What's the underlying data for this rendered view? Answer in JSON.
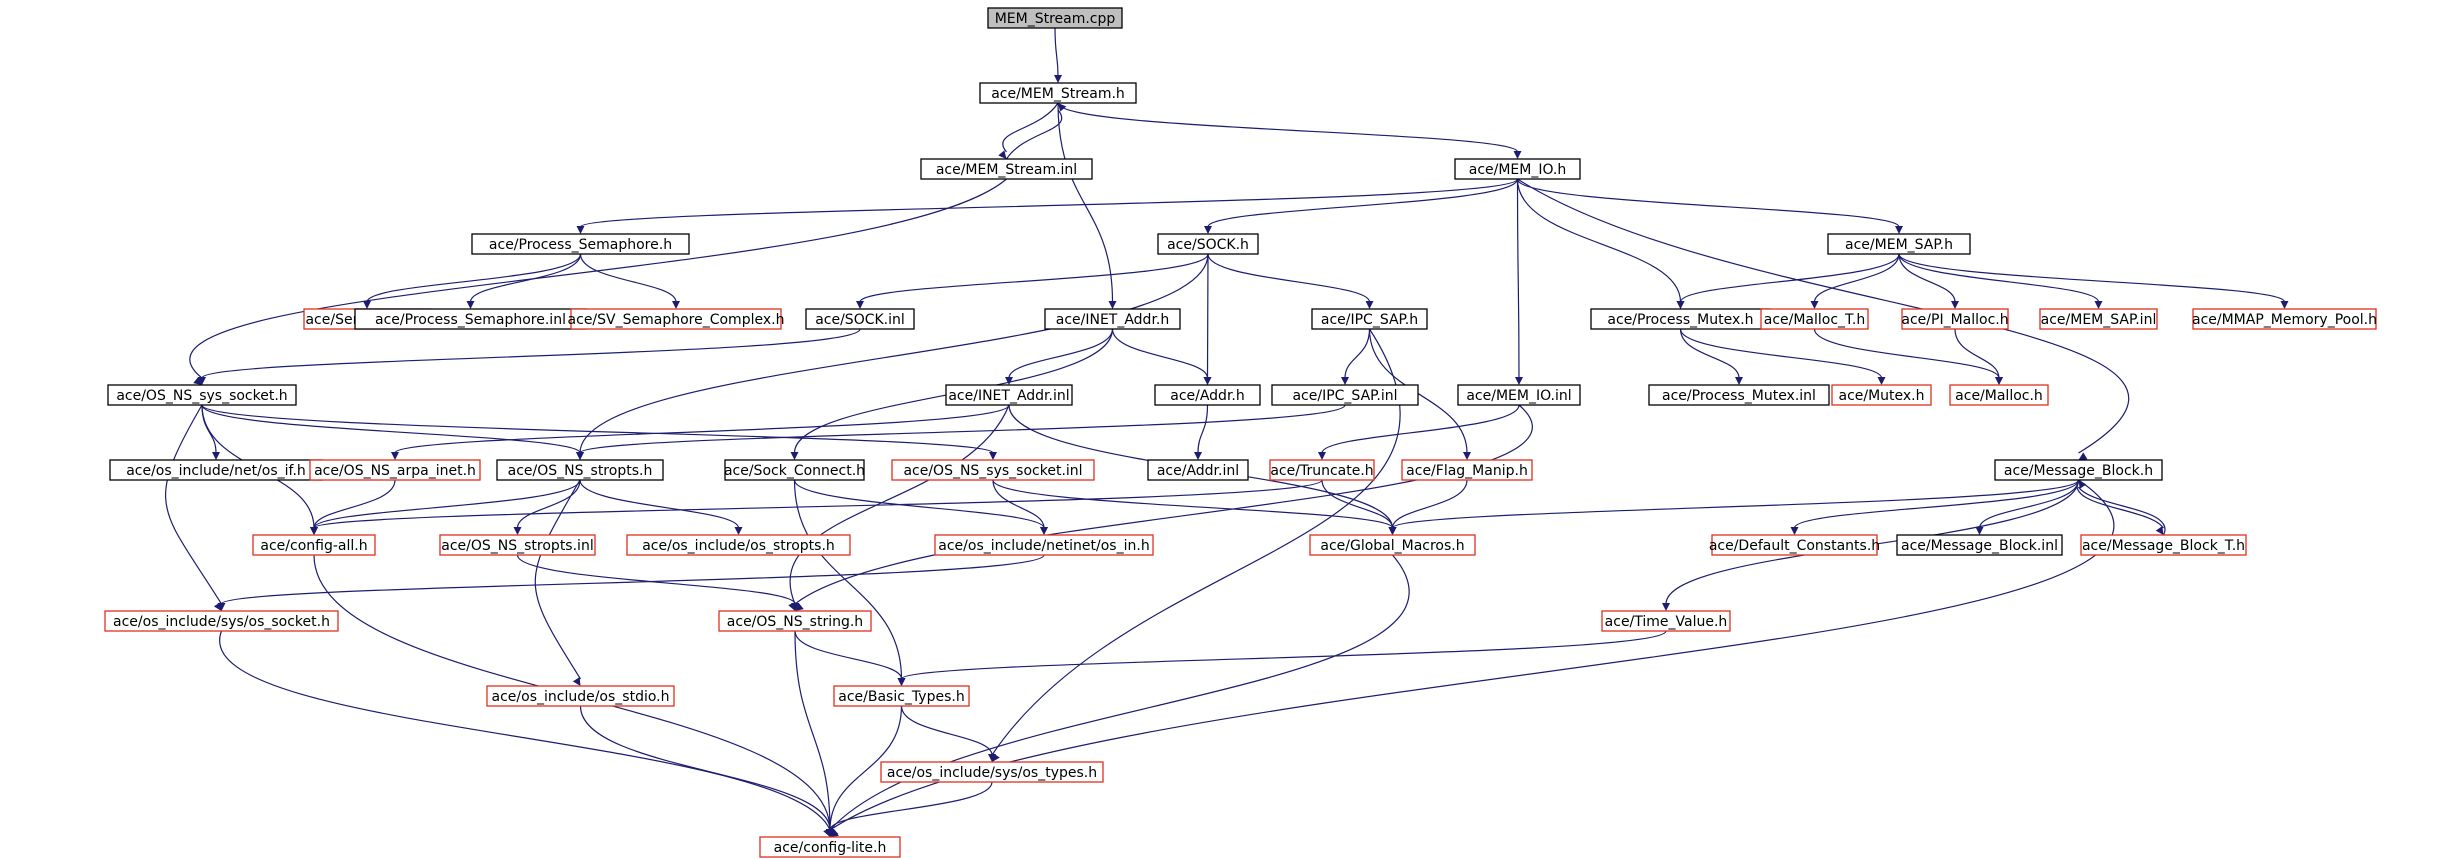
{
  "colors": {
    "edge": "#1c1c70",
    "incomplete_border": "#e0301e",
    "complete_border": "#000000",
    "root_fill": "#bfbfbf"
  },
  "nodes": [
    {
      "id": "n_root",
      "label": "MEM_Stream.cpp",
      "kind": "root"
    },
    {
      "id": "n_memstream_h",
      "label": "ace/MEM_Stream.h",
      "kind": "normal"
    },
    {
      "id": "n_memstream_inl",
      "label": "ace/MEM_Stream.inl",
      "kind": "normal"
    },
    {
      "id": "n_memio_h",
      "label": "ace/MEM_IO.h",
      "kind": "normal"
    },
    {
      "id": "n_procsem_h",
      "label": "ace/Process_Semaphore.h",
      "kind": "normal"
    },
    {
      "id": "n_sock_h",
      "label": "ace/SOCK.h",
      "kind": "normal"
    },
    {
      "id": "n_memsap_h",
      "label": "ace/MEM_SAP.h",
      "kind": "normal"
    },
    {
      "id": "n_semaphore_h",
      "label": "ace/Semaphore.h",
      "kind": "missing"
    },
    {
      "id": "n_procsem_inl",
      "label": "ace/Process_Semaphore.inl",
      "kind": "normal"
    },
    {
      "id": "n_svsem_h",
      "label": "ace/SV_Semaphore_Complex.h",
      "kind": "missing"
    },
    {
      "id": "n_sock_inl",
      "label": "ace/SOCK.inl",
      "kind": "normal"
    },
    {
      "id": "n_inetaddr_h",
      "label": "ace/INET_Addr.h",
      "kind": "normal"
    },
    {
      "id": "n_ipcsap_h",
      "label": "ace/IPC_SAP.h",
      "kind": "normal"
    },
    {
      "id": "n_procmutex_h",
      "label": "ace/Process_Mutex.h",
      "kind": "normal"
    },
    {
      "id": "n_malloct_h",
      "label": "ace/Malloc_T.h",
      "kind": "missing"
    },
    {
      "id": "n_pimalloc_h",
      "label": "ace/PI_Malloc.h",
      "kind": "missing"
    },
    {
      "id": "n_memsap_inl",
      "label": "ace/MEM_SAP.inl",
      "kind": "missing"
    },
    {
      "id": "n_mmap_h",
      "label": "ace/MMAP_Memory_Pool.h",
      "kind": "missing"
    },
    {
      "id": "n_osnssock_h",
      "label": "ace/OS_NS_sys_socket.h",
      "kind": "normal"
    },
    {
      "id": "n_inetaddr_inl",
      "label": "ace/INET_Addr.inl",
      "kind": "normal"
    },
    {
      "id": "n_addr_h",
      "label": "ace/Addr.h",
      "kind": "normal"
    },
    {
      "id": "n_ipcsap_inl",
      "label": "ace/IPC_SAP.inl",
      "kind": "normal"
    },
    {
      "id": "n_memio_inl",
      "label": "ace/MEM_IO.inl",
      "kind": "normal"
    },
    {
      "id": "n_procmutex_inl",
      "label": "ace/Process_Mutex.inl",
      "kind": "normal"
    },
    {
      "id": "n_mutex_h",
      "label": "ace/Mutex.h",
      "kind": "missing"
    },
    {
      "id": "n_malloc_h",
      "label": "ace/Malloc.h",
      "kind": "missing"
    },
    {
      "id": "n_osif_h",
      "label": "ace/os_include/net/os_if.h",
      "kind": "normal"
    },
    {
      "id": "n_arpainet_h",
      "label": "ace/OS_NS_arpa_inet.h",
      "kind": "missing"
    },
    {
      "id": "n_stropts_h",
      "label": "ace/OS_NS_stropts.h",
      "kind": "normal"
    },
    {
      "id": "n_sockconn_h",
      "label": "ace/Sock_Connect.h",
      "kind": "normal"
    },
    {
      "id": "n_osnssock_inl",
      "label": "ace/OS_NS_sys_socket.inl",
      "kind": "missing"
    },
    {
      "id": "n_addr_inl",
      "label": "ace/Addr.inl",
      "kind": "normal"
    },
    {
      "id": "n_truncate_h",
      "label": "ace/Truncate.h",
      "kind": "missing"
    },
    {
      "id": "n_flagmanip_h",
      "label": "ace/Flag_Manip.h",
      "kind": "missing"
    },
    {
      "id": "n_msgblock_h",
      "label": "ace/Message_Block.h",
      "kind": "normal"
    },
    {
      "id": "n_configall_h",
      "label": "ace/config-all.h",
      "kind": "missing"
    },
    {
      "id": "n_stropts_inl",
      "label": "ace/OS_NS_stropts.inl",
      "kind": "missing"
    },
    {
      "id": "n_osstropts_h",
      "label": "ace/os_include/os_stropts.h",
      "kind": "missing"
    },
    {
      "id": "n_osin_h",
      "label": "ace/os_include/netinet/os_in.h",
      "kind": "missing"
    },
    {
      "id": "n_globalmacros_h",
      "label": "ace/Global_Macros.h",
      "kind": "missing"
    },
    {
      "id": "n_defconst_h",
      "label": "ace/Default_Constants.h",
      "kind": "missing"
    },
    {
      "id": "n_msgblock_inl",
      "label": "ace/Message_Block.inl",
      "kind": "normal"
    },
    {
      "id": "n_msgblockt_h",
      "label": "ace/Message_Block_T.h",
      "kind": "missing"
    },
    {
      "id": "n_ossocket_h",
      "label": "ace/os_include/sys/os_socket.h",
      "kind": "missing"
    },
    {
      "id": "n_osnsstring_h",
      "label": "ace/OS_NS_string.h",
      "kind": "missing"
    },
    {
      "id": "n_timevalue_h",
      "label": "ace/Time_Value.h",
      "kind": "missing"
    },
    {
      "id": "n_osstdio_h",
      "label": "ace/os_include/os_stdio.h",
      "kind": "missing"
    },
    {
      "id": "n_basictypes_h",
      "label": "ace/Basic_Types.h",
      "kind": "missing"
    },
    {
      "id": "n_ostypes_h",
      "label": "ace/os_include/sys/os_types.h",
      "kind": "missing"
    },
    {
      "id": "n_configlite_h",
      "label": "ace/config-lite.h",
      "kind": "missing"
    }
  ],
  "edges": [
    [
      "n_root",
      "n_memstream_h"
    ],
    [
      "n_memstream_h",
      "n_memstream_inl"
    ],
    [
      "n_memstream_inl",
      "n_memstream_h"
    ],
    [
      "n_memstream_h",
      "n_memio_h"
    ],
    [
      "n_memstream_h",
      "n_inetaddr_h"
    ],
    [
      "n_memstream_inl",
      "n_osnssock_h"
    ],
    [
      "n_memio_h",
      "n_procsem_h"
    ],
    [
      "n_memio_h",
      "n_sock_h"
    ],
    [
      "n_memio_h",
      "n_memsap_h"
    ],
    [
      "n_memio_h",
      "n_procmutex_h"
    ],
    [
      "n_memio_h",
      "n_memio_inl"
    ],
    [
      "n_memio_h",
      "n_msgblock_h"
    ],
    [
      "n_procsem_h",
      "n_semaphore_h"
    ],
    [
      "n_procsem_h",
      "n_procsem_inl"
    ],
    [
      "n_procsem_h",
      "n_svsem_h"
    ],
    [
      "n_sock_h",
      "n_sock_inl"
    ],
    [
      "n_sock_h",
      "n_stropts_h"
    ],
    [
      "n_sock_h",
      "n_addr_h"
    ],
    [
      "n_sock_h",
      "n_ipcsap_h"
    ],
    [
      "n_memsap_h",
      "n_procmutex_h"
    ],
    [
      "n_memsap_h",
      "n_malloct_h"
    ],
    [
      "n_memsap_h",
      "n_pimalloc_h"
    ],
    [
      "n_memsap_h",
      "n_memsap_inl"
    ],
    [
      "n_memsap_h",
      "n_mmap_h"
    ],
    [
      "n_sock_inl",
      "n_osnssock_h"
    ],
    [
      "n_inetaddr_h",
      "n_inetaddr_inl"
    ],
    [
      "n_inetaddr_h",
      "n_addr_h"
    ],
    [
      "n_inetaddr_h",
      "n_sockconn_h"
    ],
    [
      "n_ipcsap_h",
      "n_ipcsap_inl"
    ],
    [
      "n_ipcsap_h",
      "n_flagmanip_h"
    ],
    [
      "n_ipcsap_h",
      "n_ostypes_h"
    ],
    [
      "n_procmutex_h",
      "n_procmutex_inl"
    ],
    [
      "n_procmutex_h",
      "n_mutex_h"
    ],
    [
      "n_malloct_h",
      "n_malloc_h"
    ],
    [
      "n_pimalloc_h",
      "n_malloc_h"
    ],
    [
      "n_osnssock_h",
      "n_osif_h"
    ],
    [
      "n_osnssock_h",
      "n_stropts_h"
    ],
    [
      "n_osnssock_h",
      "n_osnssock_inl"
    ],
    [
      "n_osnssock_h",
      "n_configall_h"
    ],
    [
      "n_osnssock_h",
      "n_ossocket_h"
    ],
    [
      "n_inetaddr_inl",
      "n_arpainet_h"
    ],
    [
      "n_inetaddr_inl",
      "n_osnsstring_h"
    ],
    [
      "n_inetaddr_inl",
      "n_globalmacros_h"
    ],
    [
      "n_addr_h",
      "n_addr_inl"
    ],
    [
      "n_ipcsap_inl",
      "n_stropts_h"
    ],
    [
      "n_memio_inl",
      "n_truncate_h"
    ],
    [
      "n_memio_inl",
      "n_osnsstring_h"
    ],
    [
      "n_arpainet_h",
      "n_configall_h"
    ],
    [
      "n_stropts_h",
      "n_configall_h"
    ],
    [
      "n_stropts_h",
      "n_stropts_inl"
    ],
    [
      "n_stropts_h",
      "n_osstropts_h"
    ],
    [
      "n_stropts_h",
      "n_osstdio_h"
    ],
    [
      "n_sockconn_h",
      "n_osin_h"
    ],
    [
      "n_sockconn_h",
      "n_basictypes_h"
    ],
    [
      "n_osnssock_inl",
      "n_osin_h"
    ],
    [
      "n_osnssock_inl",
      "n_globalmacros_h"
    ],
    [
      "n_truncate_h",
      "n_configall_h"
    ],
    [
      "n_truncate_h",
      "n_globalmacros_h"
    ],
    [
      "n_flagmanip_h",
      "n_globalmacros_h"
    ],
    [
      "n_msgblock_h",
      "n_globalmacros_h"
    ],
    [
      "n_msgblock_h",
      "n_defconst_h"
    ],
    [
      "n_msgblock_h",
      "n_msgblock_inl"
    ],
    [
      "n_msgblock_h",
      "n_msgblockt_h"
    ],
    [
      "n_msgblockt_h",
      "n_msgblock_h"
    ],
    [
      "n_msgblock_h",
      "n_timevalue_h"
    ],
    [
      "n_msgblock_h",
      "n_configlite_h"
    ],
    [
      "n_configall_h",
      "n_configlite_h"
    ],
    [
      "n_stropts_inl",
      "n_osnsstring_h"
    ],
    [
      "n_osin_h",
      "n_ossocket_h"
    ],
    [
      "n_globalmacros_h",
      "n_configlite_h"
    ],
    [
      "n_ossocket_h",
      "n_configlite_h"
    ],
    [
      "n_osnsstring_h",
      "n_basictypes_h"
    ],
    [
      "n_osnsstring_h",
      "n_configlite_h"
    ],
    [
      "n_timevalue_h",
      "n_basictypes_h"
    ],
    [
      "n_osstdio_h",
      "n_configlite_h"
    ],
    [
      "n_basictypes_h",
      "n_ostypes_h"
    ],
    [
      "n_basictypes_h",
      "n_configlite_h"
    ],
    [
      "n_ostypes_h",
      "n_configlite_h"
    ]
  ]
}
